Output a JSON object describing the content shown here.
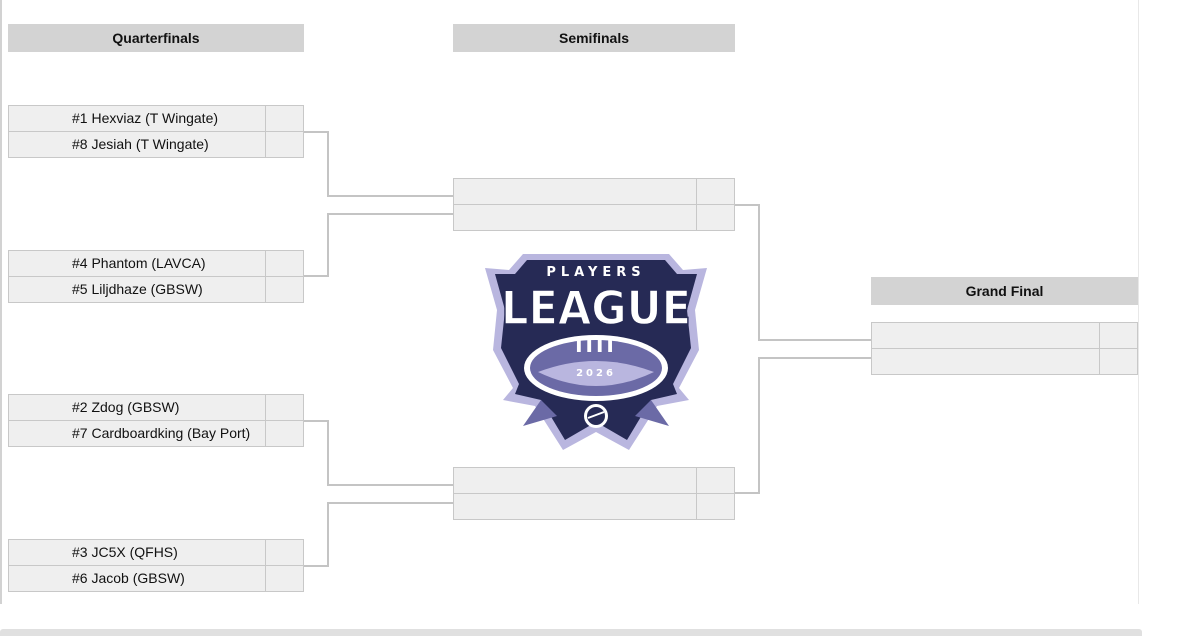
{
  "rounds": {
    "quarterfinals": "Quarterfinals",
    "semifinals": "Semifinals",
    "grand_final": "Grand Final"
  },
  "quarterfinals": [
    {
      "top": "#1 Hexviaz (T Wingate)",
      "bottom": "#8 Jesiah (T Wingate)"
    },
    {
      "top": "#4 Phantom (LAVCA)",
      "bottom": "#5 Liljdhaze (GBSW)"
    },
    {
      "top": "#2 Zdog (GBSW)",
      "bottom": "#7 Cardboardking (Bay Port)"
    },
    {
      "top": "#3 JC5X (QFHS)",
      "bottom": "#6 Jacob (GBSW)"
    }
  ],
  "logo": {
    "line1": "PLAYERS",
    "line2": "LEAGUE",
    "numeral": "IIII",
    "year": "2026",
    "colors": {
      "navy": "#262a55",
      "purple": "#6b6aa6",
      "lavender": "#b9b6df",
      "white": "#ffffff"
    }
  },
  "colors": {
    "header_bg": "#d3d3d3",
    "slot_bg": "#efefef",
    "slot_border": "#c8c8c8",
    "connector": "#c4c4c4"
  }
}
